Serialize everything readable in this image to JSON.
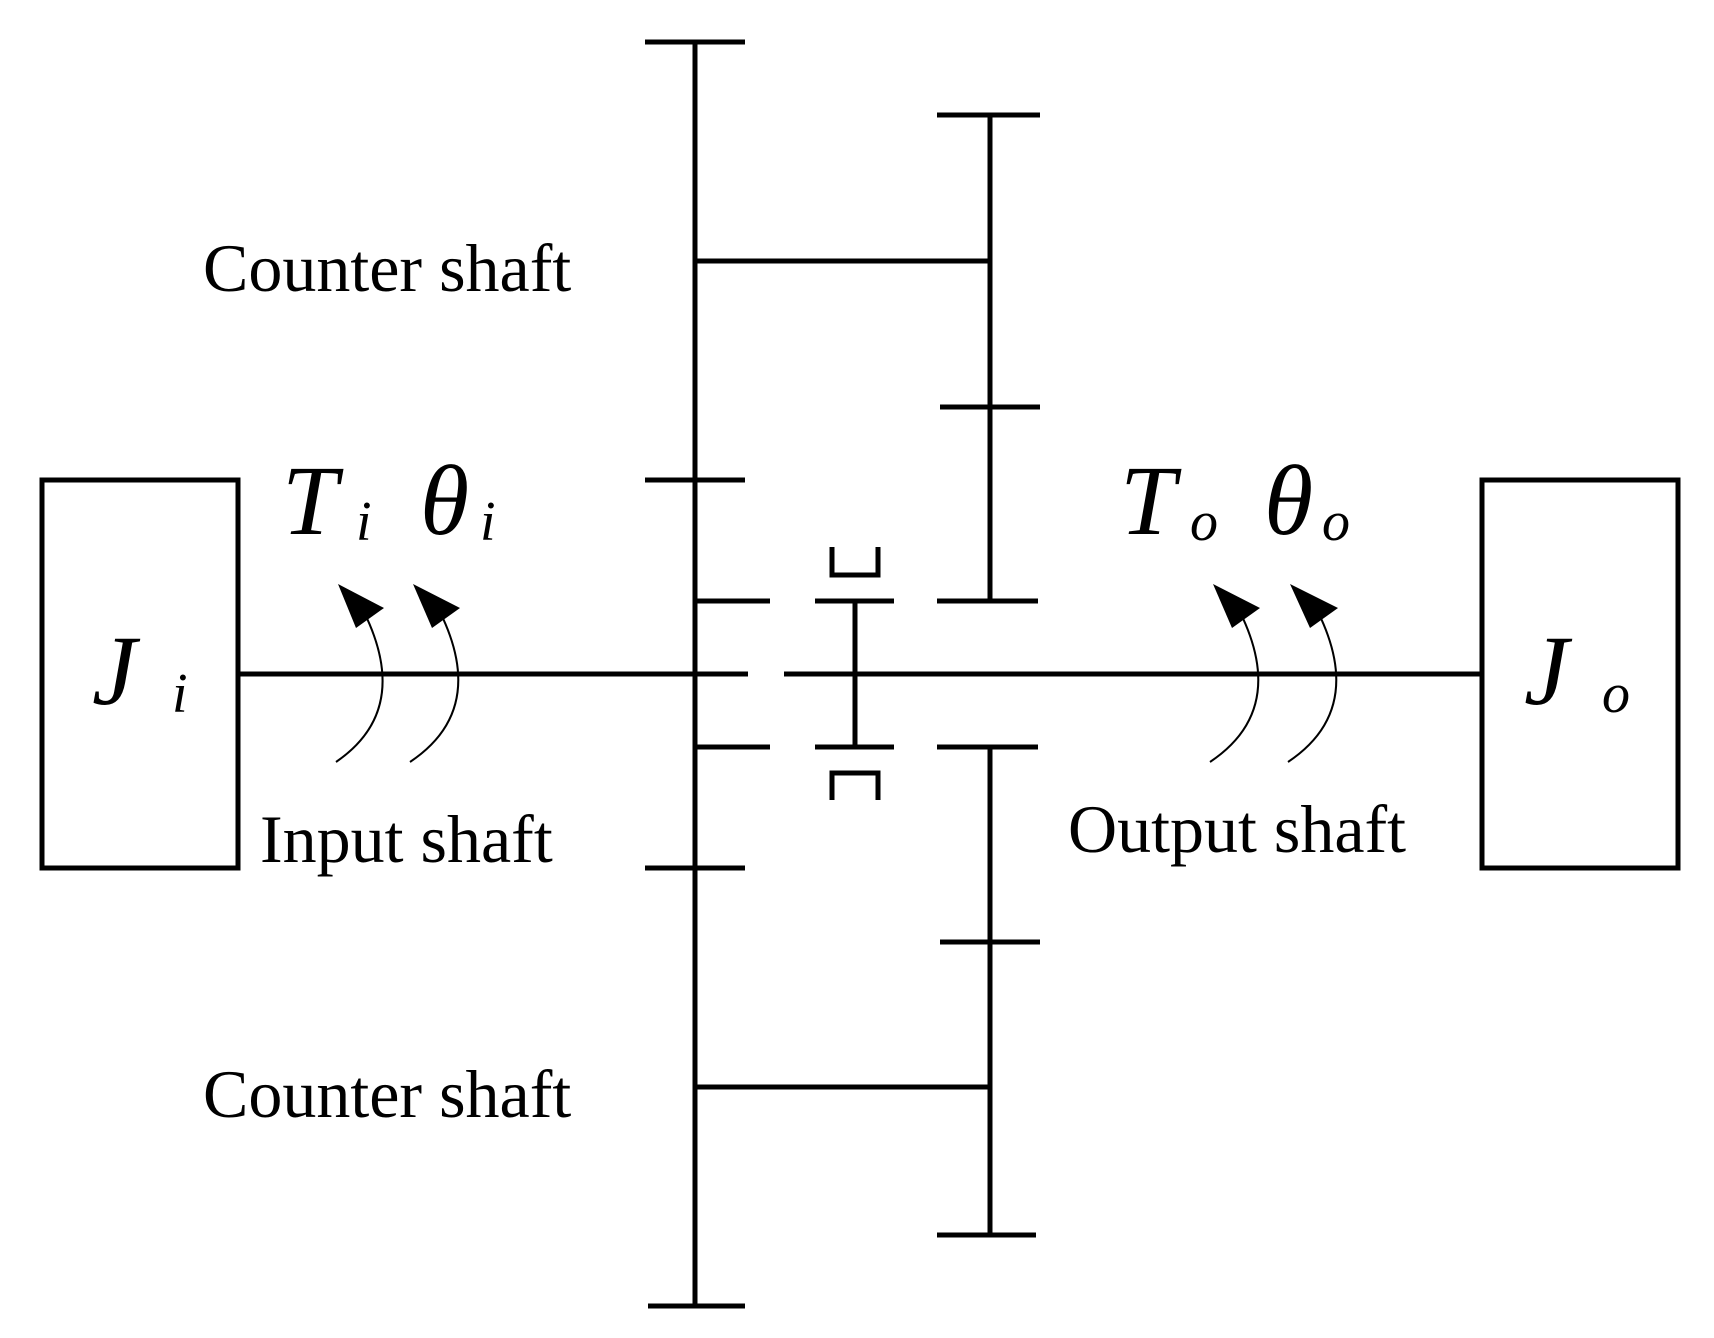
{
  "labels": {
    "counter_shaft_top": "Counter shaft",
    "counter_shaft_bottom": "Counter shaft",
    "input_shaft": "Input shaft",
    "output_shaft": "Output shaft"
  },
  "symbols": {
    "input_inertia": {
      "main": "J",
      "sub": "i"
    },
    "output_inertia": {
      "main": "J",
      "sub": "o"
    },
    "input_torque": {
      "main": "T",
      "sub": "i"
    },
    "input_angle": {
      "main": "θ",
      "sub": "i"
    },
    "output_torque": {
      "main": "T",
      "sub": "o"
    },
    "output_angle": {
      "main": "θ",
      "sub": "o"
    }
  },
  "colors": {
    "stroke": "#000000",
    "background": "#ffffff"
  }
}
